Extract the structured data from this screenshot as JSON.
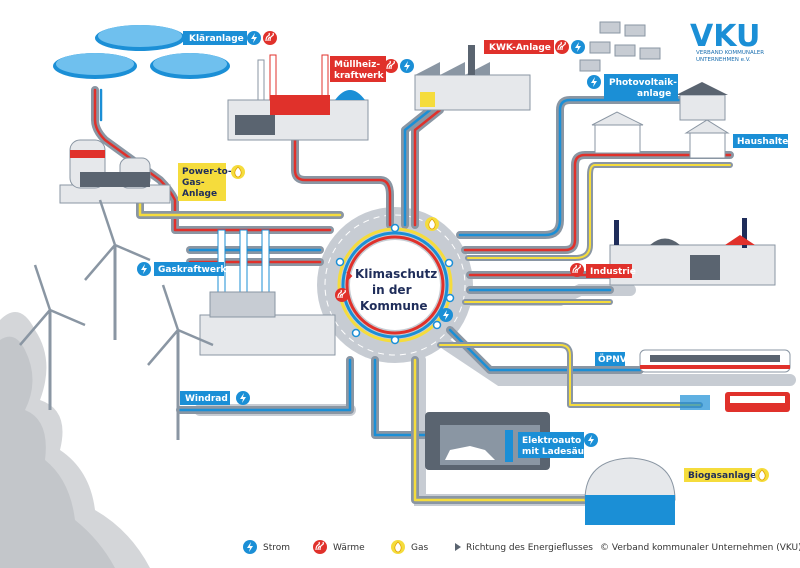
{
  "brand": {
    "logo": "VKU",
    "line1": "VERBAND KOMMUNALER",
    "line2": "UNTERNEHMEN e.V."
  },
  "center": {
    "line1": "Klimaschutz",
    "line2": "in der",
    "line3": "Kommune"
  },
  "nodes": {
    "klaeranlage": "Kläranlage",
    "muellheiz_1": "Müllheiz-",
    "muellheiz_2": "kraftwerk",
    "kwk": "KWK-Anlage",
    "pv_1": "Photovoltaik-",
    "pv_2": "anlage",
    "haushalte": "Haushalte",
    "ptg_1": "Power-to-",
    "ptg_2": "Gas-",
    "ptg_3": "Anlage",
    "gaskraftwerk": "Gaskraftwerk",
    "industrie": "Industrie",
    "oepnv": "ÖPNV",
    "windrad": "Windrad",
    "elektro_1": "Elektroauto",
    "elektro_2": "mit Ladesäule",
    "biogas": "Biogasanlage"
  },
  "legend": {
    "strom": "Strom",
    "waerme": "Wärme",
    "gas": "Gas",
    "richtung": "Richtung des Energieflusses"
  },
  "copyright": "© Verband kommunaler Unternehmen (VKU)",
  "colors": {
    "strom": "#1b8fd6",
    "waerme": "#e0312b",
    "gas": "#f5dc3c",
    "pipe_gray": "#8a96a3",
    "navy": "#1f2d5a",
    "road": "#c7ccd3"
  }
}
